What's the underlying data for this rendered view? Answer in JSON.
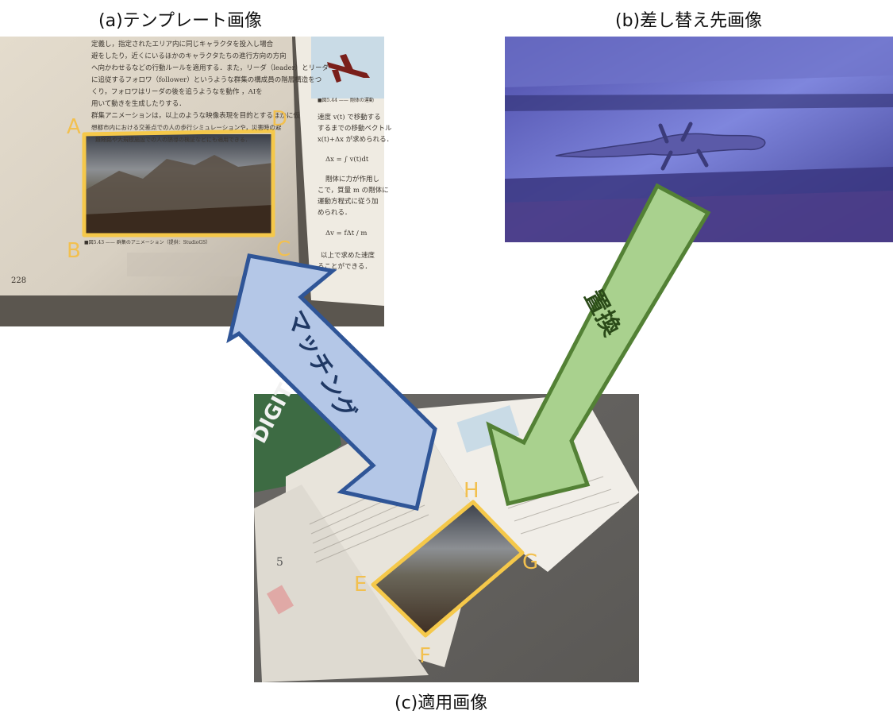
{
  "captions": {
    "a": "(a)テンプレート画像",
    "b": "(b)差し替え先画像",
    "c": "(c)適用画像"
  },
  "arrows": {
    "matching": "マッチング",
    "replace": "置換"
  },
  "template_page": {
    "page_number": "228",
    "fig_caption": "■図5.43 —— 群集のアニメーション（提供：StudioGS）",
    "fig_caption_right": "■図5.44 —— 剛体の運動",
    "body_lines": [
      "定義し，指定されたエリア内に同じキャラクタを投入し場合",
      "避をしたり，近くにいるほかのキャラクタたちの進行方向の方向",
      "へ向かわせるなどの行動ルールを適用する．また，リーダ（leader）とリーダ",
      "に追従するフォロワ（follower）というような群集の構成員の階層構造をつ",
      "くり，フォロワはリーダの後を追うようなを動作 ，AIを",
      "用いて動きを生成したりする．",
      "群集アニメーションは，以上のような映像表現を目的とするほかに仮",
      "想都市内における交差点での人の歩行シミュレーションや，災害時の避",
      "難経路や大規模施設での人の誘導の検証などにも適用できる．"
    ],
    "right_lines": [
      "速度 v(t) で移動する",
      "するまでの移動ベクトル",
      "x(t)+Δx が求められる．",
      "Δx = ∫ v(t)dt",
      "剛体に力が作用し",
      "こで，質量 m の剛体に",
      "運動方程式に従う加",
      "められる．",
      "Δv = fΔt / m",
      "以上で求めた速度",
      "ることができる．"
    ]
  },
  "applied_page": {
    "book_title": "DIGIT",
    "chapter_number": "5"
  },
  "corner_labels": {
    "A": "A",
    "B": "B",
    "C": "C",
    "D": "D",
    "E": "E",
    "F": "F",
    "G": "G",
    "H": "H"
  },
  "colors": {
    "frame": "#f5c84a",
    "matching_fill": "#b4c7e7",
    "matching_stroke": "#2f5597",
    "replace_fill": "#a9d18e",
    "replace_stroke": "#538135",
    "label": "#f2c04f"
  }
}
